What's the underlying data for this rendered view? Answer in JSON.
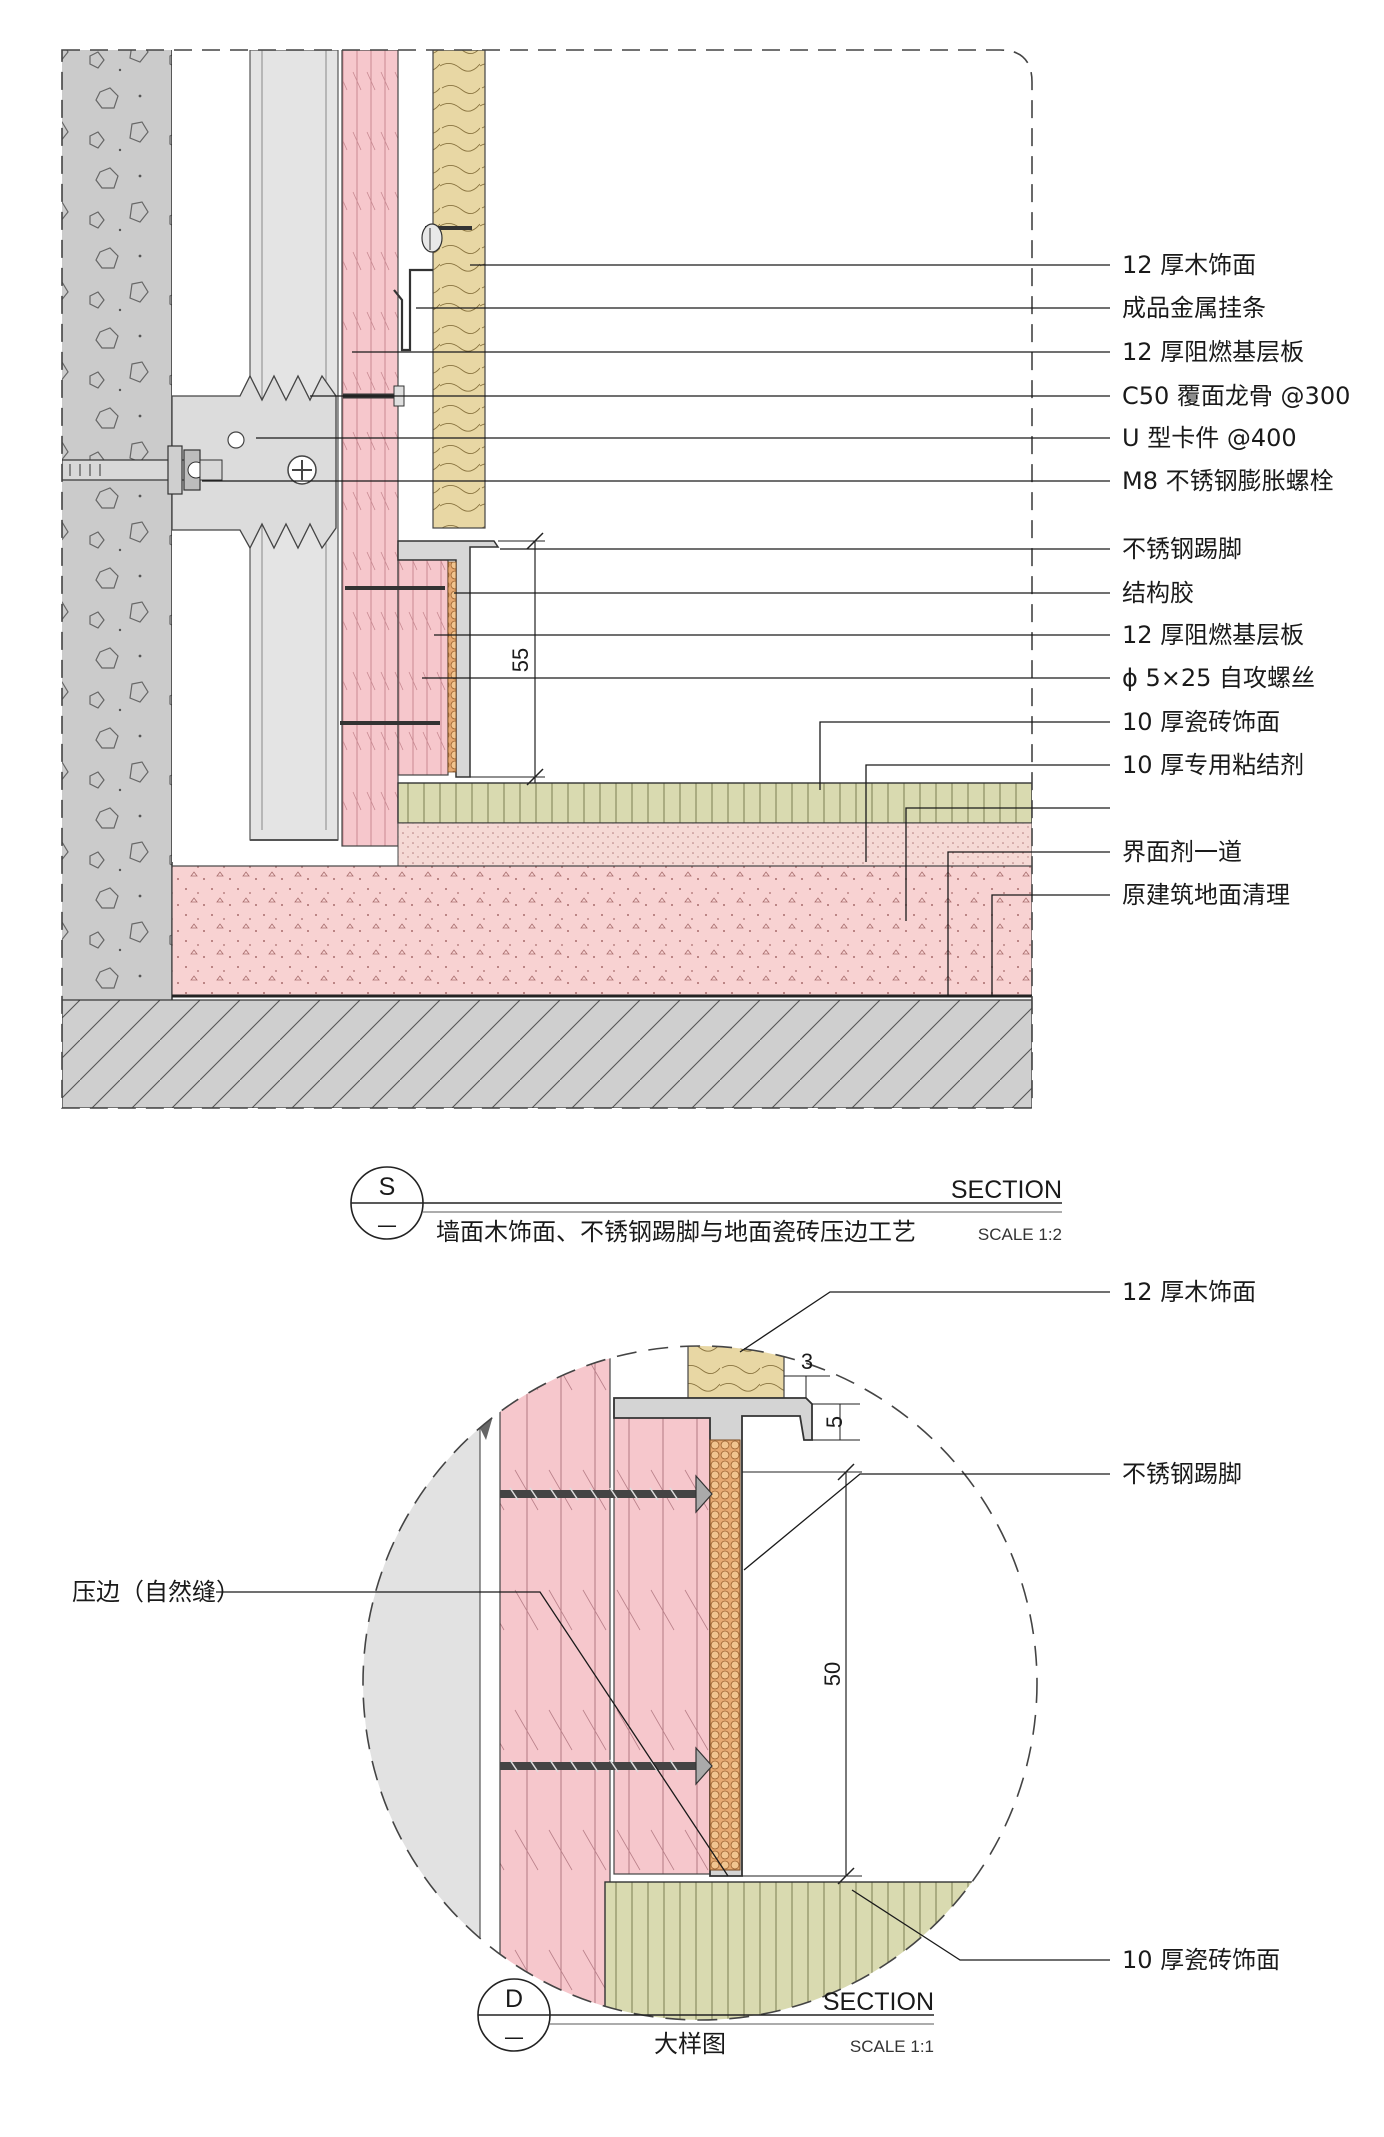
{
  "section_s": {
    "symbol_top": "S",
    "symbol_bottom": "—",
    "section_word": "SECTION",
    "scale": "SCALE 1:2",
    "title": "墙面木饰面、不锈钢踢脚与地面瓷砖压边工艺",
    "dimension": "55",
    "labels": [
      "12 厚木饰面",
      "成品金属挂条",
      "12 厚阻燃基层板",
      "C50 覆面龙骨 @300",
      "U 型卡件 @400",
      "M8 不锈钢膨胀螺栓",
      "不锈钢踢脚",
      "结构胶",
      "12 厚阻燃基层板",
      "ϕ 5×25 自攻螺丝",
      "10 厚瓷砖饰面",
      "10 厚专用粘结剂",
      "界面剂一道",
      "原建筑地面清理"
    ]
  },
  "section_d": {
    "symbol_top": "D",
    "symbol_bottom": "—",
    "section_word": "SECTION",
    "scale": "SCALE 1:1",
    "title": "大样图",
    "dimensions": [
      "3",
      "5",
      "50"
    ],
    "labels": {
      "wood": "12 厚木饰面",
      "skirting": "不锈钢踢脚",
      "edge": "压边（自然缝）",
      "tile": "10 厚瓷砖饰面"
    }
  },
  "colors": {
    "concrete": "#c9c9c9",
    "board": "#f6c7cc",
    "wood": "#e8d7a4",
    "tile": "#d9dab0",
    "screed": "#f8d2d2",
    "steel": "#dcdcdc"
  }
}
